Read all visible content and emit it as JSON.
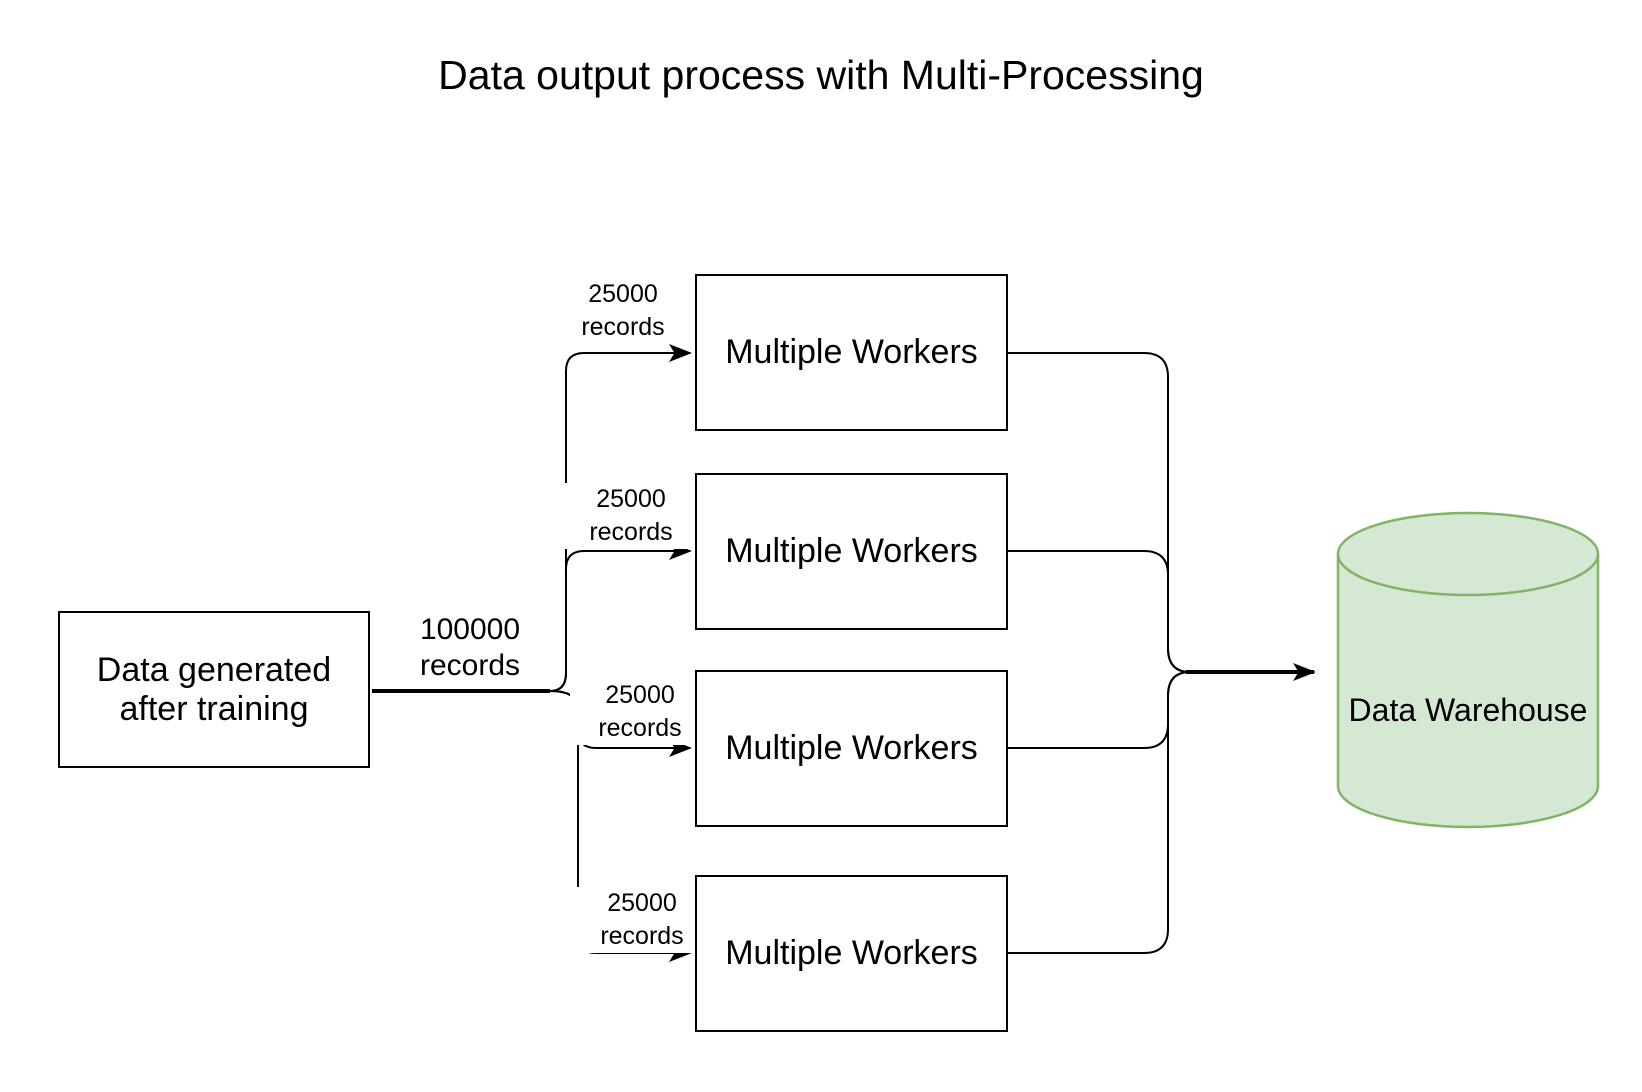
{
  "diagram": {
    "title": "Data output process with Multi-Processing",
    "source_box": {
      "label": "Data generated after training"
    },
    "trunk_edge": {
      "label_line1": "100000",
      "label_line2": "records"
    },
    "workers": [
      {
        "label": "Multiple Workers",
        "incoming_label_line1": "25000",
        "incoming_label_line2": "records"
      },
      {
        "label": "Multiple Workers",
        "incoming_label_line1": "25000",
        "incoming_label_line2": "records"
      },
      {
        "label": "Multiple Workers",
        "incoming_label_line1": "25000",
        "incoming_label_line2": "records"
      },
      {
        "label": "Multiple Workers",
        "incoming_label_line1": "25000",
        "incoming_label_line2": "records"
      }
    ],
    "warehouse": {
      "label": "Data Warehouse"
    },
    "colors": {
      "background": "#ffffff",
      "line": "#000000",
      "text": "#000000",
      "box_fill": "#ffffff",
      "box_stroke": "#000000",
      "warehouse_fill": "#d5e8d4",
      "warehouse_stroke": "#82b366"
    }
  }
}
